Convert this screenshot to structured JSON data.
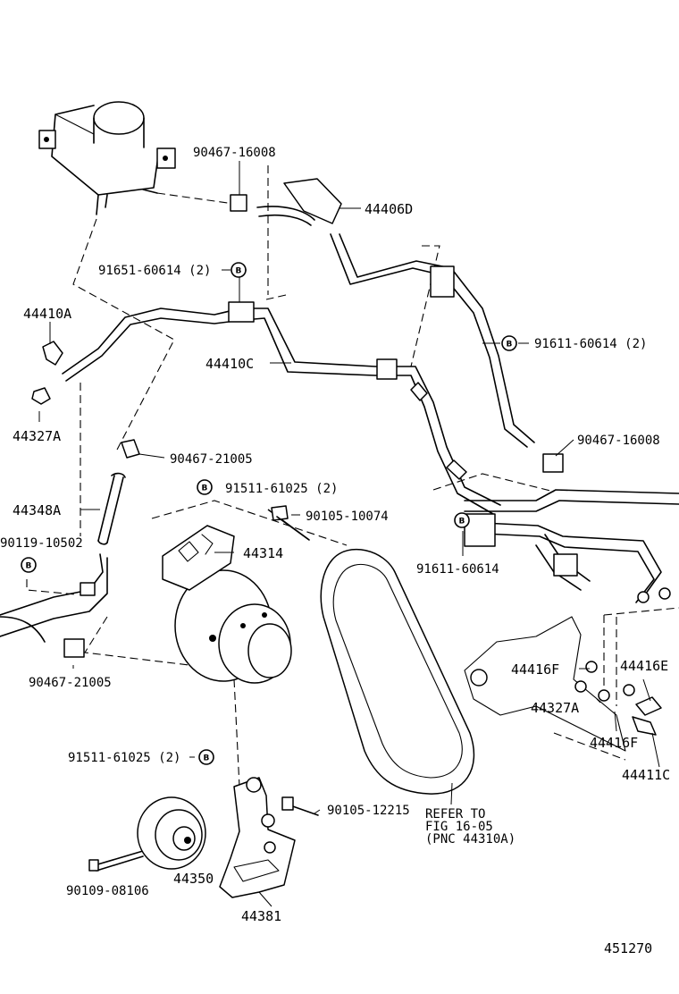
{
  "diagram_id": "451270",
  "marker_symbol": "B",
  "callouts": {
    "c_90467_16008_top": "90467-16008",
    "c_44406D": "44406D",
    "c_91651_60614": "91651-60614 (2)",
    "c_44410A": "44410A",
    "c_44327A_left": "44327A",
    "c_44410C": "44410C",
    "c_91611_60614_2": "91611-60614 (2)",
    "c_90467_16008_right": "90467-16008",
    "c_90467_21005_mid": "90467-21005",
    "c_91511_61025_top": "91511-61025 (2)",
    "c_44348A": "44348A",
    "c_90105_10074": "90105-10074",
    "c_90119_10502": "90119-10502",
    "c_44314": "44314",
    "c_91611_60614": "91611-60614",
    "c_90467_21005_low": "90467-21005",
    "c_44416F_a": "44416F",
    "c_44416E": "44416E",
    "c_44327A_right": "44327A",
    "c_44416F_b": "44416F",
    "c_44411C": "44411C",
    "c_91511_61025_bottom": "91511-61025 (2)",
    "c_90105_12215": "90105-12215",
    "c_refer_to": "REFER TO",
    "c_fig": "FIG 16-05",
    "c_pnc": "(PNC 44310A)",
    "c_44350": "44350",
    "c_90109_08106": "90109-08106",
    "c_44381": "44381"
  }
}
